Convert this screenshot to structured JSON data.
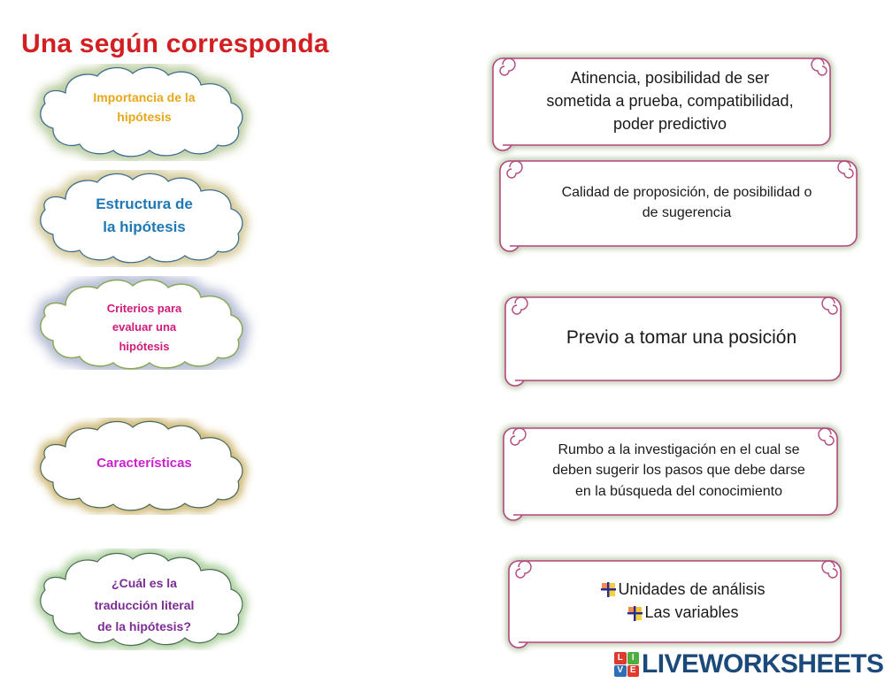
{
  "page": {
    "title": "Una según corresponda",
    "title_color": "#d21f22",
    "background": "#ffffff"
  },
  "clouds": [
    {
      "name": "importancia",
      "text_lines": [
        "Importancia de la",
        "hipótesis"
      ],
      "text_color": "#e8a718",
      "outline_color": "#3f6f8f",
      "glow_color": "#8aa85a",
      "font_size": 14
    },
    {
      "name": "estructura",
      "text_lines": [
        "Estructura de",
        "la hipótesis"
      ],
      "text_color": "#1f78b4",
      "outline_color": "#3f6f8f",
      "glow_color": "#b3a14a",
      "font_size": 17
    },
    {
      "name": "criterios",
      "text_lines": [
        "Criterios para",
        "evaluar una",
        "hipótesis"
      ],
      "text_color": "#d01b7a",
      "outline_color": "#8aa85a",
      "glow_color": "#8a95bb",
      "font_size": 13
    },
    {
      "name": "caracteristicas",
      "text_lines": [
        "Características"
      ],
      "text_color": "#cc22cc",
      "outline_color": "#4a6a55",
      "glow_color": "#bfa14a",
      "font_size": 15
    },
    {
      "name": "traduccion-literal",
      "text_lines": [
        "¿Cuál es la",
        "traducción literal",
        "de la hipótesis?"
      ],
      "text_color": "#7b2d94",
      "outline_color": "#4a6a55",
      "glow_color": "#8fc07a",
      "font_size": 14
    }
  ],
  "scrolls": [
    {
      "name": "atinencia",
      "lines": [
        "Atinencia, posibilidad de ser",
        "sometida a prueba, compatibilidad,",
        "poder predictivo"
      ],
      "font_size": 18,
      "bullets": false
    },
    {
      "name": "calidad-proposicion",
      "lines": [
        "Calidad de proposición, de posibilidad o",
        "de sugerencia"
      ],
      "font_size": 16,
      "bullets": false
    },
    {
      "name": "previo-posicion",
      "lines": [
        "Previo a tomar una posición"
      ],
      "font_size": 21,
      "bullets": false
    },
    {
      "name": "rumbo-investigacion",
      "lines": [
        "Rumbo a la investigación en el cual se",
        "deben sugerir los pasos que debe darse",
        "en la búsqueda del conocimiento"
      ],
      "font_size": 16,
      "bullets": false
    },
    {
      "name": "unidades-variables",
      "lines": [
        "Unidades de análisis",
        "Las variables"
      ],
      "font_size": 18,
      "bullets": true,
      "bullet_icon": "colored-pinwheel-bullet-icon"
    }
  ],
  "scroll_style": {
    "border_color": "#b4477e",
    "fill_color": "#ffffff",
    "glow_color": "#9fb48a"
  },
  "footer": {
    "logo_mark": [
      {
        "letter": "L",
        "color": "#e03a2f"
      },
      {
        "letter": "I",
        "color": "#4caf3f"
      },
      {
        "letter": "V",
        "color": "#2f6fb5"
      },
      {
        "letter": "E",
        "color": "#e03a2f"
      }
    ],
    "logo_text": "LIVEWORKSHEETS",
    "logo_text_color": "#1b4a7a"
  }
}
